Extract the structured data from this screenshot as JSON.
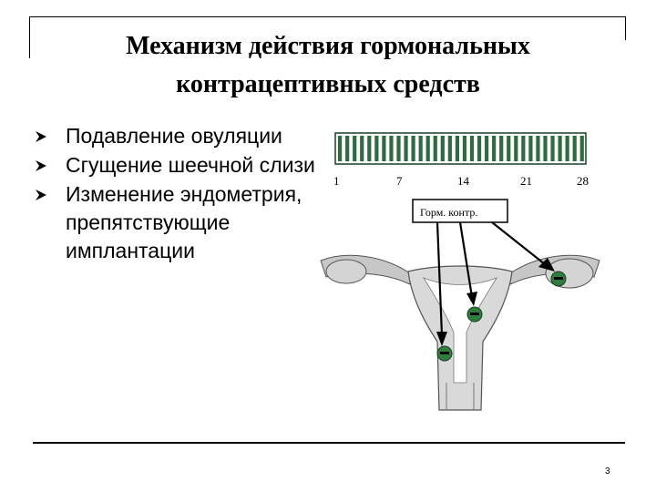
{
  "slide": {
    "title_line1": "Механизм действия гормональных",
    "title_line2": "контрацептивных средств",
    "bullets": [
      {
        "text": "Подавление овуляции"
      },
      {
        "text": "Сгущение шеечной слизи"
      },
      {
        "text": "Изменение эндометрия, препятствующие имплантации"
      }
    ],
    "page_number": "3"
  },
  "figure": {
    "cycle_day_labels": [
      "1",
      "7",
      "14",
      "21",
      "28"
    ],
    "drug_box_label": "Горм. контр.",
    "colors": {
      "stripe": "#2e6b3f",
      "marker": "#2f7d3c",
      "organ": "#c7c7c7"
    }
  }
}
